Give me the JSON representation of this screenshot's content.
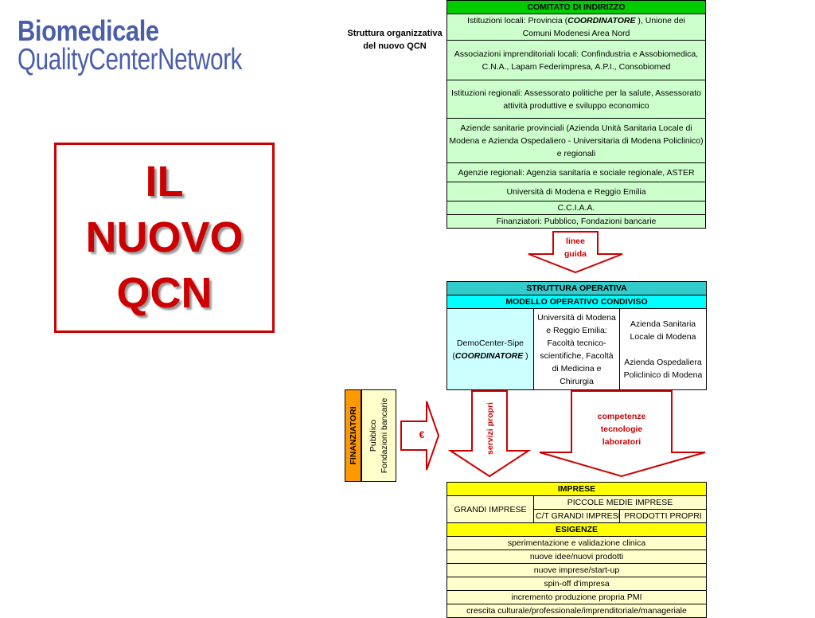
{
  "logo": {
    "line1": "Biomedicale",
    "line2": "QualityCenterNetwork"
  },
  "title": {
    "line1": "IL",
    "line2": "NUOVO",
    "line3": "QCN"
  },
  "side_label": {
    "line1": "Struttura organizzativa",
    "line2": "del nuovo QCN"
  },
  "comitato": {
    "header": "COMITATO DI INDIRIZZO",
    "row1_a": "Istituzioni locali: Provincia (",
    "row1_b": "COORDINATORE",
    "row1_c": " ), Unione dei",
    "row1_d": "Comuni Modenesi Area Nord",
    "rows": [
      "Associazioni imprenditoriali locali: Confindustria e Assobiomedica, C.N.A., Lapam Federimpresa, A.P.I., Consobiomed",
      "Istituzioni regionali: Assessorato politiche per la salute, Assessorato attività produttive e sviluppo economico",
      "Aziende sanitarie provinciali (Azienda Unità Sanitaria Locale di Modena e Azienda Ospedaliero - Universitaria di Modena Policlinico) e regionali",
      "Agenzie regionali: Agenzia sanitaria e sociale regionale, ASTER",
      "Università di Modena e Reggio Emilia",
      "C.C.I.A.A.",
      "Finanziatori: Pubblico, Fondazioni bancarie"
    ]
  },
  "arrow1": {
    "line1": "linee",
    "line2": "guida"
  },
  "operativa": {
    "header": "STRUTTURA OPERATIVA",
    "subheader": "MODELLO OPERATIVO CONDIVISO",
    "col1_a": "DemoCenter-Sipe",
    "col1_b": "(",
    "col1_c": "COORDINATORE",
    "col1_d": " )",
    "col2": "Università di Modena e Reggio Emilia: Facoltà tecnico-scientifiche, Facoltà di Medicina e Chirurgia",
    "col3_a": "Azienda Sanitaria Locale di Modena",
    "col3_b": "Azienda Ospedaliera Policlinico di Modena"
  },
  "finanziatori": {
    "label": "FINANZIATORI",
    "line1": "Pubblico",
    "line2": "Fondazioni bancarie"
  },
  "euro": "€",
  "arrow_servizi": "servizi propri",
  "arrow_competenze": {
    "line1": "competenze",
    "line2": "tecnologie",
    "line3": "laboratori"
  },
  "imprese": {
    "header": "IMPRESE",
    "grandi": "GRANDI IMPRESE",
    "pmi": "PICCOLE MEDIE IMPRESE",
    "ct": "C/T GRANDI IMPRESE",
    "prodotti": "PRODOTTI PROPRI",
    "esigenze": "ESIGENZE",
    "rows": [
      "sperimentazione e validazione clinica",
      "nuove idee/nuovi prodotti",
      "nuove imprese/start-up",
      "spin-off d'impresa",
      "incremento produzione propria PMI",
      "crescita culturale/professionale/imprenditoriale/manageriale"
    ]
  }
}
